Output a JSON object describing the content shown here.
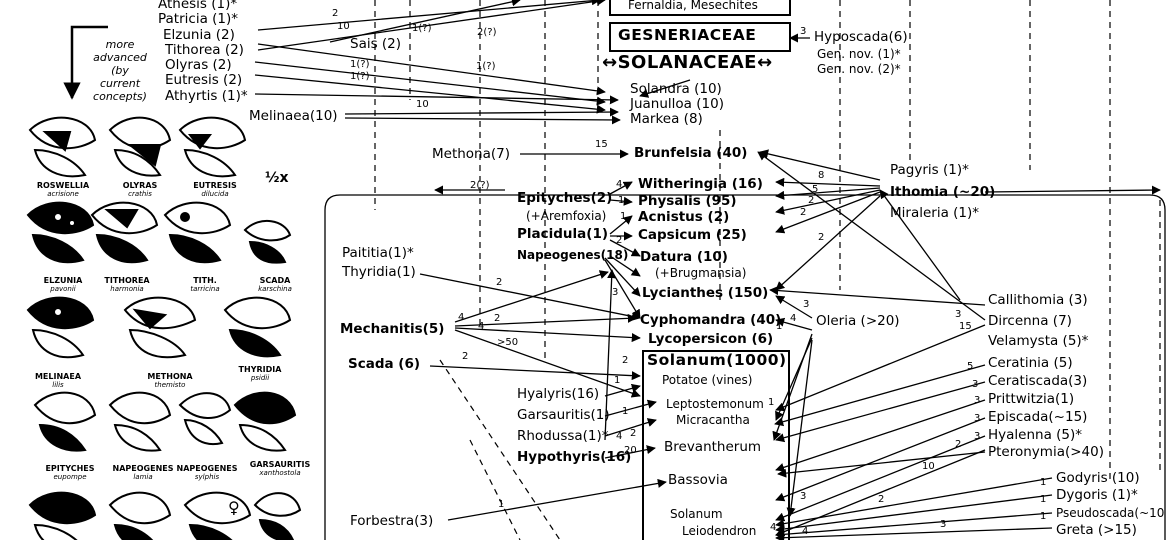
{
  "legend": {
    "advanced_note": "more advanced (by current concepts)",
    "scale": "½x"
  },
  "plant_groups": {
    "fernaldia": "Fernaldia, Mesechites",
    "gesneriaceae": "GESNERIACEAE",
    "solanaceae": "↔SOLANACEAE↔",
    "solanum_box": "Solanum(1000)"
  },
  "plants": [
    {
      "id": "solandra",
      "label": "Solandra (10)"
    },
    {
      "id": "juanulloa",
      "label": "Juanulloa (10)"
    },
    {
      "id": "markea",
      "label": "Markea    (8)"
    },
    {
      "id": "brunfelsia",
      "label": "Brunfelsia (40)"
    },
    {
      "id": "witheringia",
      "label": "Witheringia (16)"
    },
    {
      "id": "physalis",
      "label": "Physalis     (95)"
    },
    {
      "id": "acnistus",
      "label": "Acnistus      (2)"
    },
    {
      "id": "capsicum",
      "label": "Capsicum     (25)"
    },
    {
      "id": "datura",
      "label": "Datura          (10)"
    },
    {
      "id": "brugmansia",
      "label": "(+Brugmansia)"
    },
    {
      "id": "lycianthes",
      "label": "Lycianthes (150)"
    },
    {
      "id": "cyphomandra",
      "label": "Cyphomandra (40)"
    },
    {
      "id": "lycopersicon",
      "label": "Lycopersicon (6)"
    },
    {
      "id": "potatoe",
      "label": "Potatoe (vines)"
    },
    {
      "id": "leptostemonum",
      "label": "Leptostemonum"
    },
    {
      "id": "micracantha",
      "label": "Micracantha"
    },
    {
      "id": "brevantherum",
      "label": "Brevantherum"
    },
    {
      "id": "bassovia",
      "label": "Bassovia"
    },
    {
      "id": "solanum_leio",
      "label": "Solanum"
    },
    {
      "id": "leiodendron",
      "label": "Leiodendron"
    }
  ],
  "butterflies_left": [
    {
      "id": "athesis",
      "label": "Athesis (1)*"
    },
    {
      "id": "patricia",
      "label": "Patricia (1)*"
    },
    {
      "id": "elzunia",
      "label": "Elzunia (2)"
    },
    {
      "id": "tithorea",
      "label": "Tithorea (2)"
    },
    {
      "id": "olyras",
      "label": "Olyras (2)"
    },
    {
      "id": "eutresis",
      "label": "Eutresis (2)"
    },
    {
      "id": "athyrtis",
      "label": "Athyrtis (1)*"
    },
    {
      "id": "sais",
      "label": "Sais (2)"
    },
    {
      "id": "melinaea",
      "label": "Melinaea(10)"
    },
    {
      "id": "methona",
      "label": "Methona(7)"
    },
    {
      "id": "epityches",
      "label": "Epityches(2)"
    },
    {
      "id": "aremfoxia",
      "label": "(+Aremfoxia)"
    },
    {
      "id": "placidula",
      "label": "Placidula(1)"
    },
    {
      "id": "napeogenes",
      "label": "Napeogenes(18)"
    },
    {
      "id": "paititia",
      "label": "Paititia(1)*"
    },
    {
      "id": "thyridia",
      "label": "Thyridia(1)"
    },
    {
      "id": "mechanitis",
      "label": "Mechanitis(5)"
    },
    {
      "id": "scada",
      "label": "Scada (6)"
    },
    {
      "id": "hyalyris",
      "label": "Hyalyris(16)"
    },
    {
      "id": "garsauritis",
      "label": "Garsauritis(1)"
    },
    {
      "id": "rhodussa",
      "label": "Rhodussa(1)*"
    },
    {
      "id": "hypothyris",
      "label": "Hypothyris(16)"
    },
    {
      "id": "forbestra",
      "label": "Forbestra(3)"
    }
  ],
  "butterflies_right": [
    {
      "id": "hyposcada",
      "label": "Hyposcada(6)"
    },
    {
      "id": "gennov1",
      "label": "Gen. nov. (1)*"
    },
    {
      "id": "gennov2",
      "label": "Gen. nov. (2)*"
    },
    {
      "id": "pagyris",
      "label": "Pagyris (1)*"
    },
    {
      "id": "ithomia",
      "label": "Ithomia (~20)"
    },
    {
      "id": "miraleria",
      "label": "Miraleria (1)*"
    },
    {
      "id": "oleria",
      "label": "Oleria (>20)"
    },
    {
      "id": "callithomia",
      "label": "Callithomia (3)"
    },
    {
      "id": "dircenna",
      "label": "Dircenna (7)"
    },
    {
      "id": "velamysta",
      "label": "Velamysta (5)*"
    },
    {
      "id": "ceratinia",
      "label": "Ceratinia (5)"
    },
    {
      "id": "ceratiscada",
      "label": "Ceratiscada(3)"
    },
    {
      "id": "prittwitzia",
      "label": "Prittwitzia(1)"
    },
    {
      "id": "episcada",
      "label": "Episcada(~15)"
    },
    {
      "id": "hyalenna",
      "label": "Hyalenna (5)*"
    },
    {
      "id": "pteronymia",
      "label": "Pteronymia(>40)"
    },
    {
      "id": "godyris",
      "label": "Godyris (10)"
    },
    {
      "id": "dygoris",
      "label": "Dygoris (1)*"
    },
    {
      "id": "pseudoscada",
      "label": "Pseudoscada(~10"
    },
    {
      "id": "greta",
      "label": "Greta (>15)"
    }
  ],
  "edge_counts": [
    "2",
    "10",
    "1(?)",
    "2(?)",
    "1(?)",
    "1(?)",
    "1(?)",
    "10",
    "3",
    "15",
    "2(?)",
    "8",
    "5",
    "2",
    "2",
    "2",
    "2",
    "4",
    "2",
    "4",
    "4",
    "2",
    "1",
    "1",
    "3",
    "4",
    "3",
    "3",
    "5",
    "15",
    "3",
    "3",
    "3",
    "3",
    "2",
    "10",
    "4",
    "3",
    "1",
    "1",
    "1",
    "2",
    "4",
    "1",
    "3",
    "2",
    "1",
    "4",
    "2",
    "20",
    "2",
    ">50",
    "1",
    "1",
    "1"
  ],
  "figure_captions": [
    {
      "name": "ROSWELLIA",
      "species": "acrisione"
    },
    {
      "name": "OLYRAS",
      "species": "crathis"
    },
    {
      "name": "EUTRESIS",
      "species": "dilucida"
    },
    {
      "name": "ELZUNIA",
      "species": "pavonii"
    },
    {
      "name": "TITHOREA",
      "species": "harmonia"
    },
    {
      "name": "TITH.",
      "species": "tarricina"
    },
    {
      "name": "SCADA",
      "species": "karschina"
    },
    {
      "name": "MELINAEA",
      "species": "lilis"
    },
    {
      "name": "METHONA",
      "species": "themisto"
    },
    {
      "name": "THYRIDIA",
      "species": "psidii"
    },
    {
      "name": "EPITYCHES",
      "species": "eupompe"
    },
    {
      "name": "NAPEOGENES",
      "species": "lamia"
    },
    {
      "name": "NAPEOGENES",
      "species": "sylphis"
    },
    {
      "name": "GARSAURITIS",
      "species": "xanthostola"
    }
  ],
  "sex_symbol": "♀"
}
